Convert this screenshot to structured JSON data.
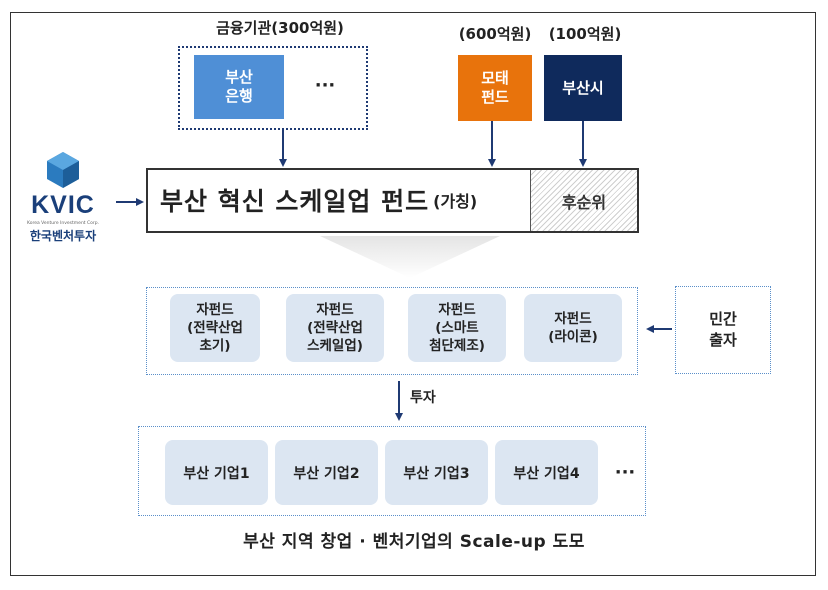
{
  "financial": {
    "label": "금융기관(300억원)",
    "bank": "부산\n은행",
    "more": "···"
  },
  "mother_fund": {
    "label": "(600억원)",
    "box": "모태\n펀드"
  },
  "busan_city": {
    "label": "(100억원)",
    "box": "부산시"
  },
  "kvic": {
    "logo_text": "KVIC",
    "sub_en": "Korea Venture Investment Corp.",
    "sub_kr": "한국벤처투자"
  },
  "main_fund": {
    "title": "부산 혁신 스케일업 펀드",
    "tentative": "(가칭)",
    "subordinate": "후순위"
  },
  "sub_funds": [
    {
      "label": "자펀드\n(전략산업\n초기)"
    },
    {
      "label": "자펀드\n(전략산업\n스케일업)"
    },
    {
      "label": "자펀드\n(스마트\n첨단제조)"
    },
    {
      "label": "자펀드\n(라이콘)"
    }
  ],
  "private": {
    "label": "민간\n출자"
  },
  "invest": {
    "label": "투자"
  },
  "companies": [
    {
      "label": "부산 기업1"
    },
    {
      "label": "부산 기업2"
    },
    {
      "label": "부산 기업3"
    },
    {
      "label": "부산 기업4"
    }
  ],
  "companies_more": "···",
  "bottom_caption": "부산 지역 창업 · 벤처기업의 Scale-up 도모",
  "colors": {
    "navy": "#1f3a73",
    "bank_blue": "#4f8fd6",
    "orange": "#e8730c",
    "dark_navy": "#0f2a5c",
    "light_fill": "#dce6f2"
  }
}
